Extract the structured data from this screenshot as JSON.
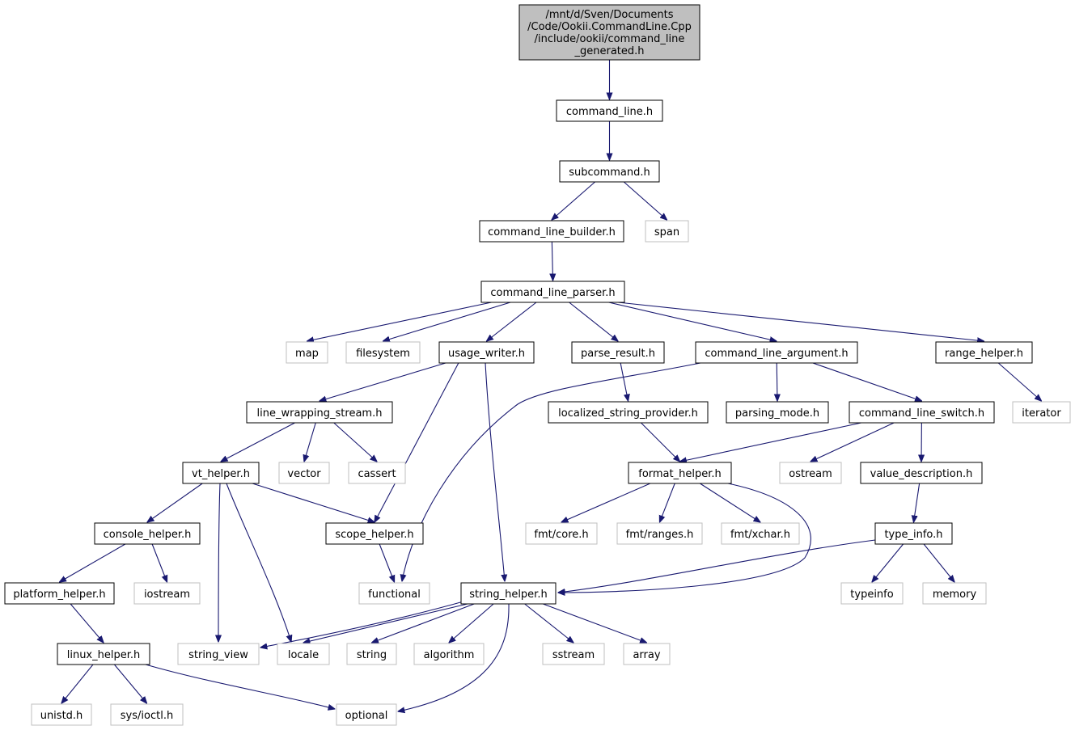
{
  "colors": {
    "edge": "#191970",
    "root_fill": "#bfbfbf",
    "system_border": "#bfbfbf",
    "node_border": "#000000"
  },
  "nodes": [
    {
      "id": "root",
      "lines": [
        "/mnt/d/Sven/Documents",
        "/Code/Ookii.CommandLine.Cpp",
        "/include/ookii/command_line",
        "_generated.h"
      ],
      "kind": "root"
    },
    {
      "id": "command_line",
      "label": "command_line.h",
      "kind": "project"
    },
    {
      "id": "subcommand",
      "label": "subcommand.h",
      "kind": "project"
    },
    {
      "id": "command_line_builder",
      "label": "command_line_builder.h",
      "kind": "project"
    },
    {
      "id": "span",
      "label": "span",
      "kind": "system"
    },
    {
      "id": "command_line_parser",
      "label": "command_line_parser.h",
      "kind": "project"
    },
    {
      "id": "map",
      "label": "map",
      "kind": "system"
    },
    {
      "id": "filesystem",
      "label": "filesystem",
      "kind": "system"
    },
    {
      "id": "usage_writer",
      "label": "usage_writer.h",
      "kind": "project"
    },
    {
      "id": "parse_result",
      "label": "parse_result.h",
      "kind": "project"
    },
    {
      "id": "command_line_argument",
      "label": "command_line_argument.h",
      "kind": "project"
    },
    {
      "id": "range_helper",
      "label": "range_helper.h",
      "kind": "project"
    },
    {
      "id": "iterator",
      "label": "iterator",
      "kind": "system"
    },
    {
      "id": "line_wrapping_stream",
      "label": "line_wrapping_stream.h",
      "kind": "project"
    },
    {
      "id": "localized_string_provider",
      "label": "localized_string_provider.h",
      "kind": "project"
    },
    {
      "id": "parsing_mode",
      "label": "parsing_mode.h",
      "kind": "project"
    },
    {
      "id": "command_line_switch",
      "label": "command_line_switch.h",
      "kind": "project"
    },
    {
      "id": "vt_helper",
      "label": "vt_helper.h",
      "kind": "project"
    },
    {
      "id": "vector",
      "label": "vector",
      "kind": "system"
    },
    {
      "id": "cassert",
      "label": "cassert",
      "kind": "system"
    },
    {
      "id": "format_helper",
      "label": "format_helper.h",
      "kind": "project"
    },
    {
      "id": "ostream",
      "label": "ostream",
      "kind": "system"
    },
    {
      "id": "value_description",
      "label": "value_description.h",
      "kind": "project"
    },
    {
      "id": "console_helper",
      "label": "console_helper.h",
      "kind": "project"
    },
    {
      "id": "scope_helper",
      "label": "scope_helper.h",
      "kind": "project"
    },
    {
      "id": "fmt_core",
      "label": "fmt/core.h",
      "kind": "system"
    },
    {
      "id": "fmt_ranges",
      "label": "fmt/ranges.h",
      "kind": "system"
    },
    {
      "id": "fmt_xchar",
      "label": "fmt/xchar.h",
      "kind": "system"
    },
    {
      "id": "type_info",
      "label": "type_info.h",
      "kind": "project"
    },
    {
      "id": "platform_helper",
      "label": "platform_helper.h",
      "kind": "project"
    },
    {
      "id": "iostream",
      "label": "iostream",
      "kind": "system"
    },
    {
      "id": "functional",
      "label": "functional",
      "kind": "system"
    },
    {
      "id": "string_helper",
      "label": "string_helper.h",
      "kind": "project"
    },
    {
      "id": "typeinfo",
      "label": "typeinfo",
      "kind": "system"
    },
    {
      "id": "memory",
      "label": "memory",
      "kind": "system"
    },
    {
      "id": "linux_helper",
      "label": "linux_helper.h",
      "kind": "project"
    },
    {
      "id": "string_view",
      "label": "string_view",
      "kind": "system"
    },
    {
      "id": "locale",
      "label": "locale",
      "kind": "system"
    },
    {
      "id": "string",
      "label": "string",
      "kind": "system"
    },
    {
      "id": "algorithm",
      "label": "algorithm",
      "kind": "system"
    },
    {
      "id": "sstream",
      "label": "sstream",
      "kind": "system"
    },
    {
      "id": "array",
      "label": "array",
      "kind": "system"
    },
    {
      "id": "unistd",
      "label": "unistd.h",
      "kind": "system"
    },
    {
      "id": "sys_ioctl",
      "label": "sys/ioctl.h",
      "kind": "system"
    },
    {
      "id": "optional",
      "label": "optional",
      "kind": "system"
    }
  ],
  "edges": [
    [
      "root",
      "command_line"
    ],
    [
      "command_line",
      "subcommand"
    ],
    [
      "subcommand",
      "command_line_builder"
    ],
    [
      "subcommand",
      "span"
    ],
    [
      "command_line_builder",
      "command_line_parser"
    ],
    [
      "command_line_parser",
      "map"
    ],
    [
      "command_line_parser",
      "filesystem"
    ],
    [
      "command_line_parser",
      "usage_writer"
    ],
    [
      "command_line_parser",
      "parse_result"
    ],
    [
      "command_line_parser",
      "command_line_argument"
    ],
    [
      "command_line_parser",
      "range_helper"
    ],
    [
      "usage_writer",
      "line_wrapping_stream"
    ],
    [
      "usage_writer",
      "scope_helper"
    ],
    [
      "usage_writer",
      "string_helper"
    ],
    [
      "parse_result",
      "localized_string_provider"
    ],
    [
      "command_line_argument",
      "functional"
    ],
    [
      "command_line_argument",
      "parsing_mode"
    ],
    [
      "command_line_argument",
      "command_line_switch"
    ],
    [
      "range_helper",
      "iterator"
    ],
    [
      "line_wrapping_stream",
      "vt_helper"
    ],
    [
      "line_wrapping_stream",
      "vector"
    ],
    [
      "line_wrapping_stream",
      "cassert"
    ],
    [
      "localized_string_provider",
      "format_helper"
    ],
    [
      "command_line_switch",
      "format_helper"
    ],
    [
      "command_line_switch",
      "ostream"
    ],
    [
      "command_line_switch",
      "value_description"
    ],
    [
      "vt_helper",
      "console_helper"
    ],
    [
      "vt_helper",
      "scope_helper"
    ],
    [
      "vt_helper",
      "string_view"
    ],
    [
      "vt_helper",
      "locale"
    ],
    [
      "format_helper",
      "fmt_core"
    ],
    [
      "format_helper",
      "fmt_ranges"
    ],
    [
      "format_helper",
      "fmt_xchar"
    ],
    [
      "format_helper",
      "string_helper"
    ],
    [
      "value_description",
      "type_info"
    ],
    [
      "console_helper",
      "platform_helper"
    ],
    [
      "console_helper",
      "iostream"
    ],
    [
      "scope_helper",
      "functional"
    ],
    [
      "type_info",
      "string_helper"
    ],
    [
      "type_info",
      "typeinfo"
    ],
    [
      "type_info",
      "memory"
    ],
    [
      "platform_helper",
      "linux_helper"
    ],
    [
      "string_helper",
      "string_view"
    ],
    [
      "string_helper",
      "locale"
    ],
    [
      "string_helper",
      "string"
    ],
    [
      "string_helper",
      "algorithm"
    ],
    [
      "string_helper",
      "sstream"
    ],
    [
      "string_helper",
      "array"
    ],
    [
      "string_helper",
      "optional"
    ],
    [
      "linux_helper",
      "unistd"
    ],
    [
      "linux_helper",
      "sys_ioctl"
    ],
    [
      "linux_helper",
      "optional"
    ]
  ]
}
